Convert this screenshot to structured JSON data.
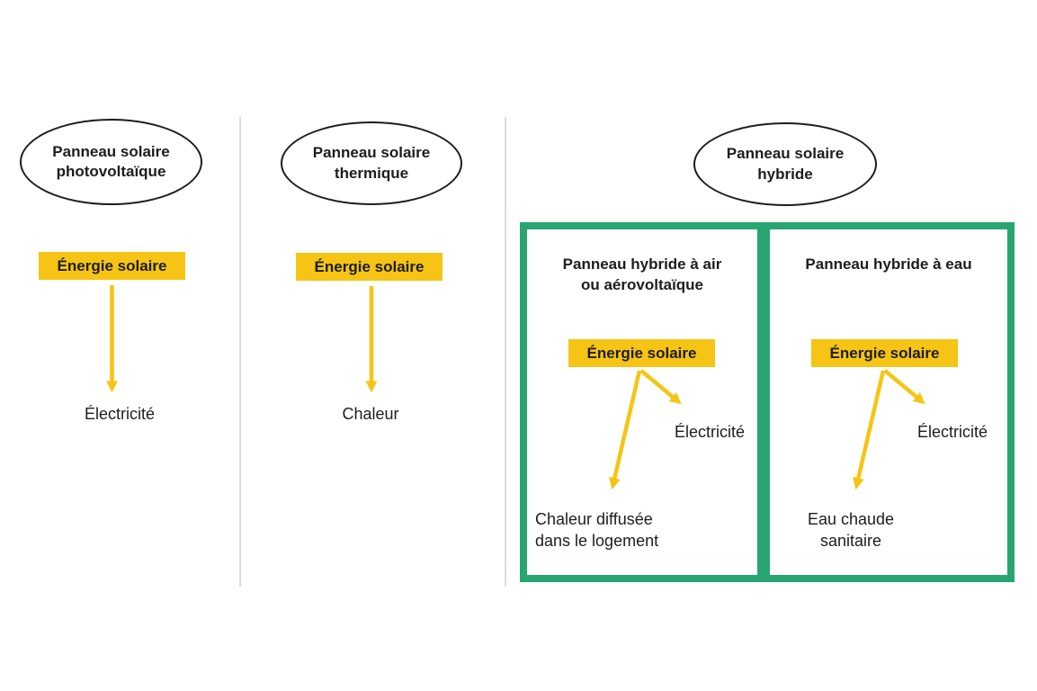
{
  "colors": {
    "accent_yellow": "#f6c414",
    "accent_green": "#28a570",
    "text": "#1d1d1d",
    "divider_grey": "#dcdcdc"
  },
  "columns": {
    "photovoltaic": {
      "title": "Panneau solaire photovoltaïque",
      "source_label": "Énergie solaire",
      "output_label": "Électricité"
    },
    "thermal": {
      "title": "Panneau solaire thermique",
      "source_label": "Énergie solaire",
      "output_label": "Chaleur"
    },
    "hybrid": {
      "title": "Panneau solaire hybride",
      "air": {
        "title": "Panneau hybride à air ou aérovoltaïque",
        "source_label": "Énergie solaire",
        "electricity_label": "Électricité",
        "heat_label": "Chaleur diffusée dans le logement"
      },
      "water": {
        "title": "Panneau hybride à eau",
        "source_label": "Énergie solaire",
        "electricity_label": "Électricité",
        "hot_water_label": "Eau chaude sanitaire"
      }
    }
  }
}
